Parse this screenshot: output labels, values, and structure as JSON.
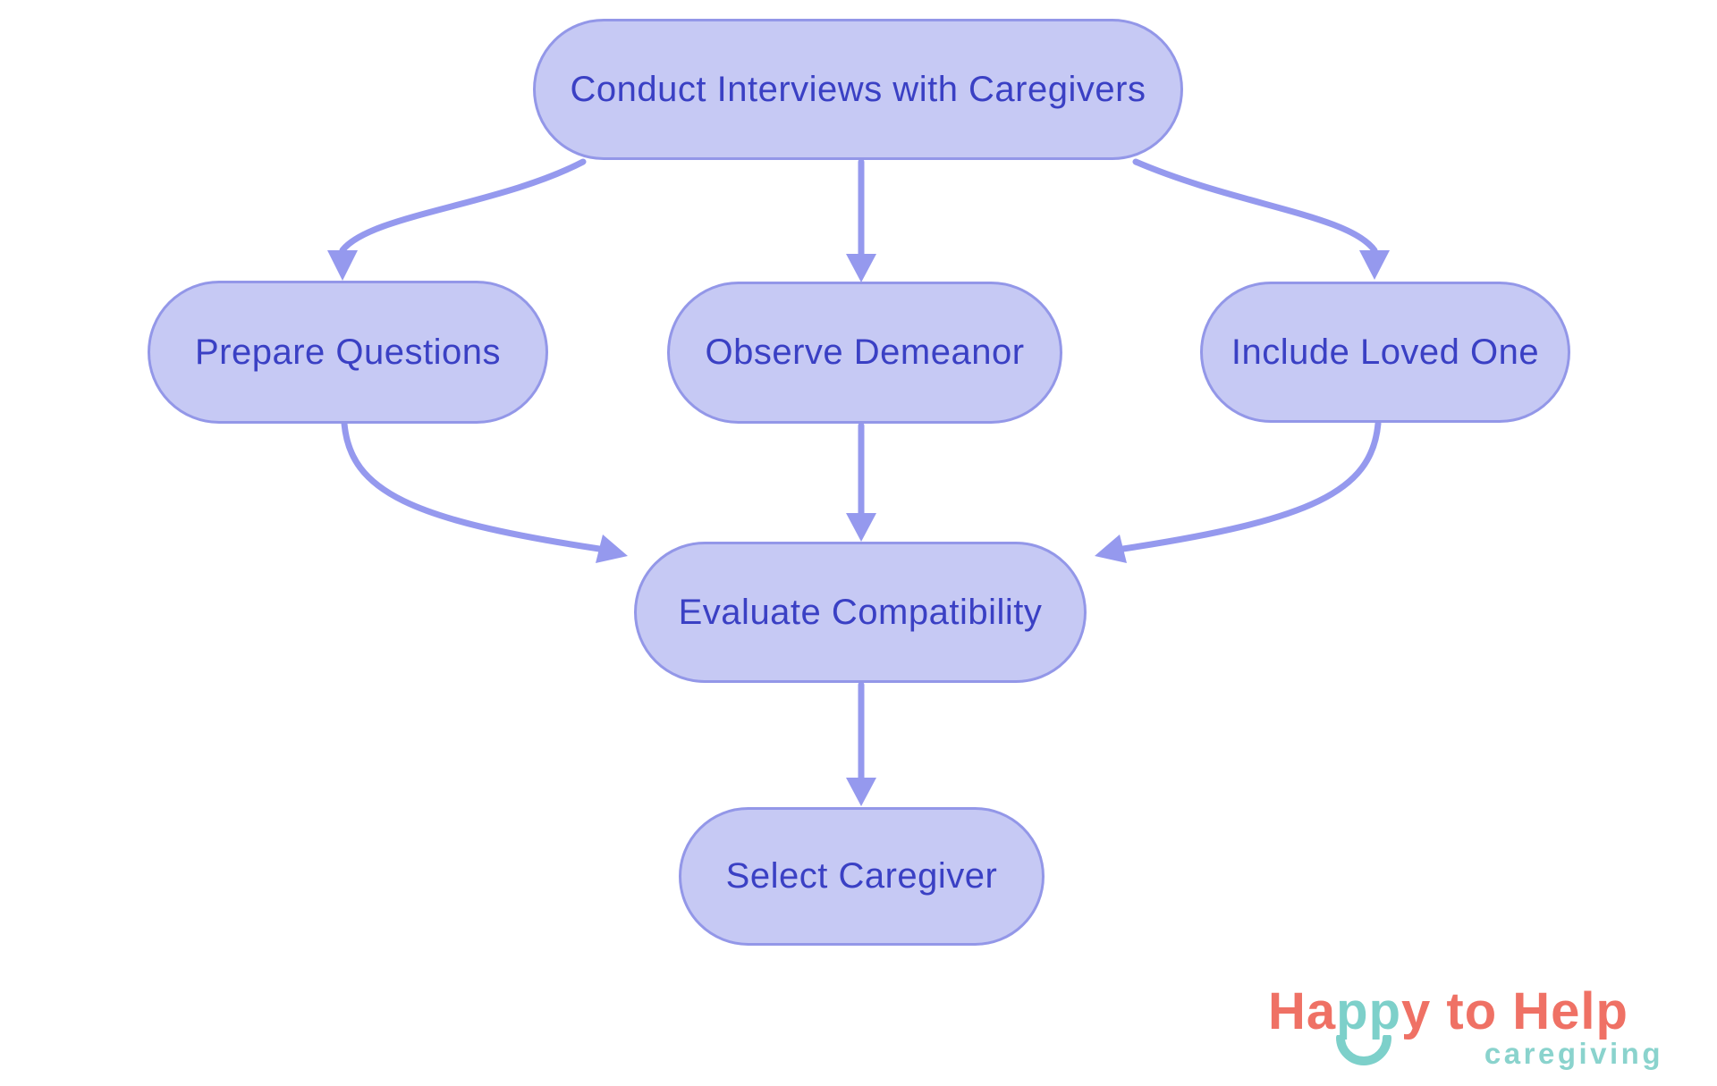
{
  "page": {
    "background": "#ffffff"
  },
  "diagram": {
    "type": "flowchart",
    "nodes": [
      {
        "id": "conduct-interviews",
        "label": "Conduct Interviews with Caregivers"
      },
      {
        "id": "prepare-questions",
        "label": "Prepare Questions"
      },
      {
        "id": "observe-demeanor",
        "label": "Observe Demeanor"
      },
      {
        "id": "include-loved-one",
        "label": "Include Loved One"
      },
      {
        "id": "evaluate-compatibility",
        "label": "Evaluate Compatibility"
      },
      {
        "id": "select-caregiver",
        "label": "Select Caregiver"
      }
    ],
    "edges": [
      {
        "from": "conduct-interviews",
        "to": "prepare-questions"
      },
      {
        "from": "conduct-interviews",
        "to": "observe-demeanor"
      },
      {
        "from": "conduct-interviews",
        "to": "include-loved-one"
      },
      {
        "from": "prepare-questions",
        "to": "evaluate-compatibility"
      },
      {
        "from": "observe-demeanor",
        "to": "evaluate-compatibility"
      },
      {
        "from": "include-loved-one",
        "to": "evaluate-compatibility"
      },
      {
        "from": "evaluate-compatibility",
        "to": "select-caregiver"
      }
    ],
    "colors": {
      "node_fill": "#c6c9f4",
      "node_border": "#9397e8",
      "node_text": "#3a40c4",
      "arrow": "#9599ee"
    }
  },
  "logo": {
    "brand_segments": [
      {
        "text": "Ha",
        "color": "#EF7165"
      },
      {
        "text": "pp",
        "color": "#7DD0CA"
      },
      {
        "text": "y to Help",
        "color": "#EF7165"
      }
    ],
    "tagline": "caregiving",
    "tagline_color": "#8AD3CD",
    "smile_color": "#7DD0CA"
  }
}
